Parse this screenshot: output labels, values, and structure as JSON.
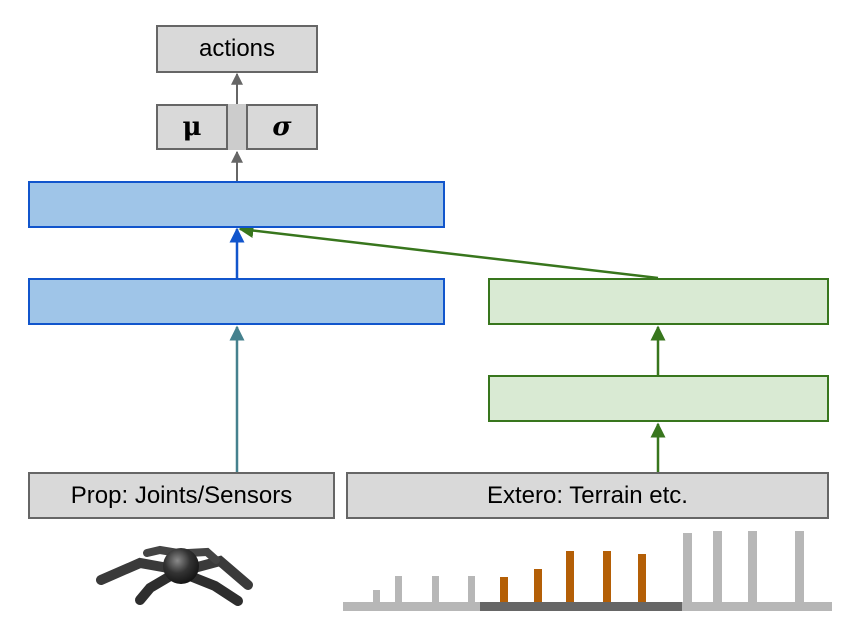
{
  "nodes": {
    "actions": "actions",
    "mu": "μ",
    "sigma": "σ",
    "prop": "Prop: Joints/Sensors",
    "extero": "Extero: Terrain etc."
  },
  "colors": {
    "gray_fill": "#d9d9d9",
    "gray_stroke": "#666666",
    "blue_fill": "#9fc5e8",
    "blue_stroke": "#1155cc",
    "green_fill": "#d9ead3",
    "green_stroke": "#38761d",
    "teal_arrow": "#45818e",
    "terrain_gray": "#b7b7b7",
    "terrain_dark": "#666666",
    "terrain_orange": "#b45f06"
  },
  "icons": [
    "spider-robot-icon",
    "terrain-heightmap-icon"
  ]
}
